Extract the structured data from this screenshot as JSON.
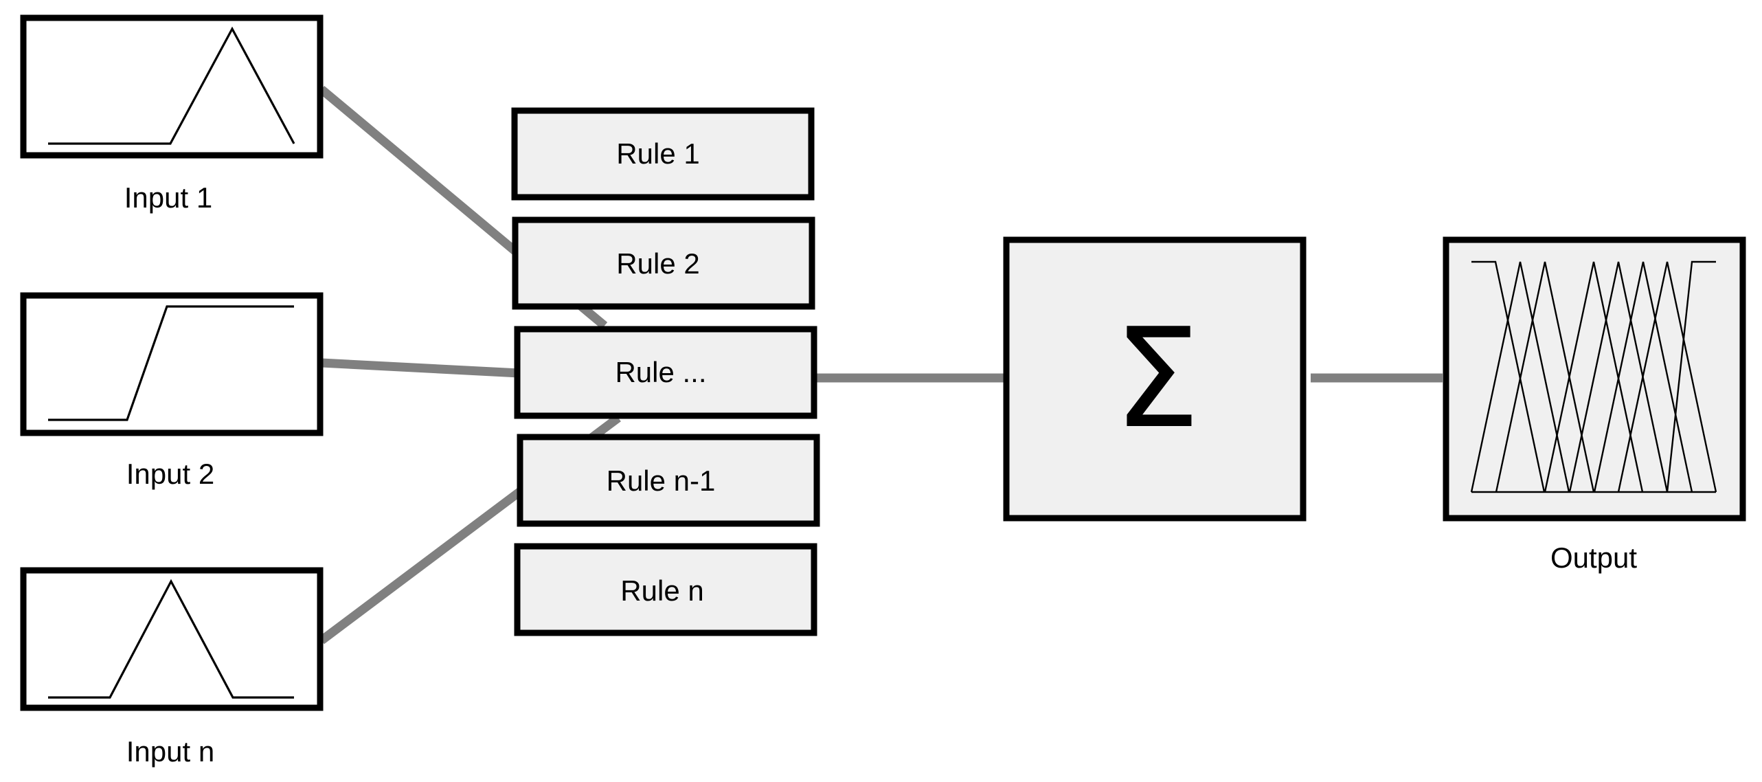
{
  "inputs": [
    {
      "label": "Input 1",
      "shape": "triangle"
    },
    {
      "label": "Input 2",
      "shape": "ramp-up"
    },
    {
      "label": "Input n",
      "shape": "triangle"
    }
  ],
  "rules": [
    {
      "label": "Rule 1"
    },
    {
      "label": "Rule 2"
    },
    {
      "label": "Rule ..."
    },
    {
      "label": "Rule n-1"
    },
    {
      "label": "Rule n"
    }
  ],
  "aggregator": {
    "symbol": "Σ"
  },
  "output": {
    "label": "Output",
    "shape": "overlapping-triangles"
  },
  "colors": {
    "connector": "#808080",
    "box_fill": "#f0f0f0",
    "stroke": "#000000"
  }
}
